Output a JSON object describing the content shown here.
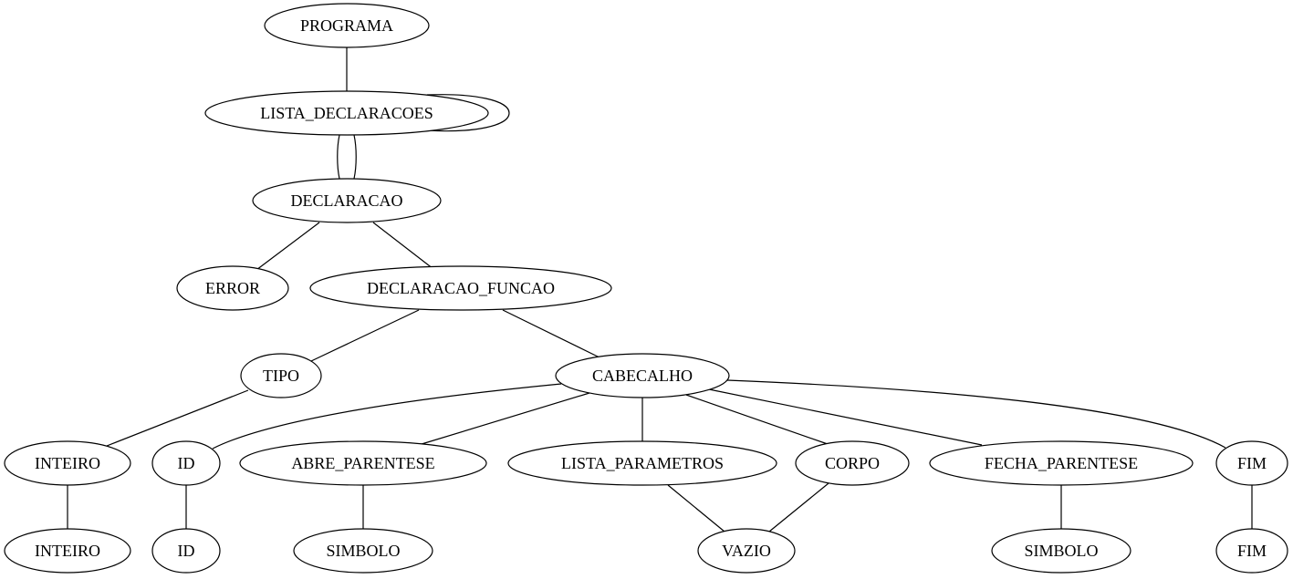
{
  "diagram": {
    "type": "tree",
    "nodes": [
      {
        "id": "programa",
        "label": "PROGRAMA"
      },
      {
        "id": "lista_declaracoes",
        "label": "LISTA_DECLARACOES"
      },
      {
        "id": "declaracao",
        "label": "DECLARACAO"
      },
      {
        "id": "error",
        "label": "ERROR"
      },
      {
        "id": "declaracao_funcao",
        "label": "DECLARACAO_FUNCAO"
      },
      {
        "id": "tipo",
        "label": "TIPO"
      },
      {
        "id": "cabecalho",
        "label": "CABECALHO"
      },
      {
        "id": "inteiro_1",
        "label": "INTEIRO"
      },
      {
        "id": "id_1",
        "label": "ID"
      },
      {
        "id": "abre_parentese",
        "label": "ABRE_PARENTESE"
      },
      {
        "id": "lista_parametros",
        "label": "LISTA_PARAMETROS"
      },
      {
        "id": "corpo",
        "label": "CORPO"
      },
      {
        "id": "fecha_parentese",
        "label": "FECHA_PARENTESE"
      },
      {
        "id": "fim_1",
        "label": "FIM"
      },
      {
        "id": "inteiro_2",
        "label": "INTEIRO"
      },
      {
        "id": "id_2",
        "label": "ID"
      },
      {
        "id": "simbolo_1",
        "label": "SIMBOLO"
      },
      {
        "id": "vazio",
        "label": "VAZIO"
      },
      {
        "id": "simbolo_2",
        "label": "SIMBOLO"
      },
      {
        "id": "fim_2",
        "label": "FIM"
      }
    ],
    "edges": [
      {
        "from": "programa",
        "to": "lista_declaracoes"
      },
      {
        "from": "lista_declaracoes",
        "to": "lista_declaracoes"
      },
      {
        "from": "lista_declaracoes",
        "to": "declaracao"
      },
      {
        "from": "lista_declaracoes",
        "to": "declaracao"
      },
      {
        "from": "declaracao",
        "to": "error"
      },
      {
        "from": "declaracao",
        "to": "declaracao_funcao"
      },
      {
        "from": "declaracao_funcao",
        "to": "tipo"
      },
      {
        "from": "declaracao_funcao",
        "to": "cabecalho"
      },
      {
        "from": "tipo",
        "to": "inteiro_1"
      },
      {
        "from": "cabecalho",
        "to": "id_1"
      },
      {
        "from": "cabecalho",
        "to": "abre_parentese"
      },
      {
        "from": "cabecalho",
        "to": "lista_parametros"
      },
      {
        "from": "cabecalho",
        "to": "corpo"
      },
      {
        "from": "cabecalho",
        "to": "fecha_parentese"
      },
      {
        "from": "cabecalho",
        "to": "fim_1"
      },
      {
        "from": "inteiro_1",
        "to": "inteiro_2"
      },
      {
        "from": "id_1",
        "to": "id_2"
      },
      {
        "from": "abre_parentese",
        "to": "simbolo_1"
      },
      {
        "from": "lista_parametros",
        "to": "vazio"
      },
      {
        "from": "corpo",
        "to": "vazio"
      },
      {
        "from": "fecha_parentese",
        "to": "simbolo_2"
      },
      {
        "from": "fim_1",
        "to": "fim_2"
      }
    ]
  }
}
